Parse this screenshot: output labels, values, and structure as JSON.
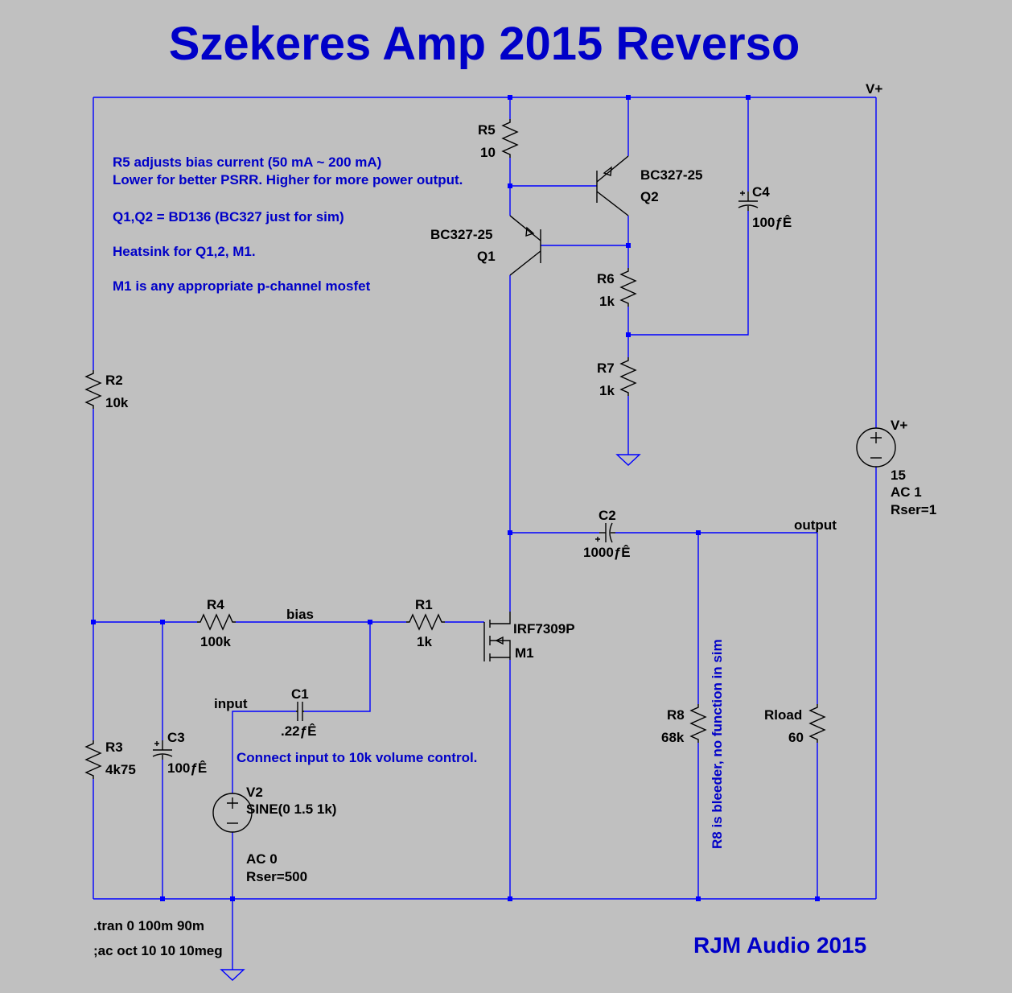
{
  "title": "Szekeres Amp 2015 Reverso",
  "credit": "RJM Audio 2015",
  "comments": {
    "bias_line1": "R5 adjusts bias current (50 mA ~ 200 mA)",
    "bias_line2": "Lower for better PSRR. Higher for more power output.",
    "transistors": "Q1,Q2 = BD136 (BC327 just for sim)",
    "heatsink": "Heatsink for Q1,2, M1.",
    "mosfet": "M1 is any appropriate p-channel mosfet",
    "input_note": "Connect input to 10k volume control.",
    "bleeder": "R8 is bleeder, no function in sim"
  },
  "directives": {
    "tran": ".tran 0 100m 90m",
    "ac": ";ac oct 10 10 10meg"
  },
  "nets": {
    "vplus": "V+",
    "output": "output",
    "bias": "bias",
    "input": "input"
  },
  "components": {
    "R5": {
      "name": "R5",
      "value": "10"
    },
    "R6": {
      "name": "R6",
      "value": "1k"
    },
    "R7": {
      "name": "R7",
      "value": "1k"
    },
    "R2": {
      "name": "R2",
      "value": "10k"
    },
    "R3": {
      "name": "R3",
      "value": "4k75"
    },
    "R4": {
      "name": "R4",
      "value": "100k"
    },
    "R1": {
      "name": "R1",
      "value": "1k"
    },
    "R8": {
      "name": "R8",
      "value": "68k"
    },
    "Rload": {
      "name": "Rload",
      "value": "60"
    },
    "Q1": {
      "name": "Q1",
      "model": "BC327-25"
    },
    "Q2": {
      "name": "Q2",
      "model": "BC327-25"
    },
    "M1": {
      "name": "M1",
      "model": "IRF7309P"
    },
    "C1": {
      "name": "C1",
      "value": ".22ƒÊ"
    },
    "C2": {
      "name": "C2",
      "value": "1000ƒÊ"
    },
    "C3": {
      "name": "C3",
      "value": "100ƒÊ"
    },
    "C4": {
      "name": "C4",
      "value": "100ƒÊ"
    },
    "Vplus": {
      "name": "V+",
      "value": "15",
      "ac": "AC 1",
      "rser": "Rser=1"
    },
    "V2": {
      "name": "V2",
      "value": "SINE(0 1.5 1k)",
      "ac": "AC 0",
      "rser": "Rser=500"
    }
  }
}
